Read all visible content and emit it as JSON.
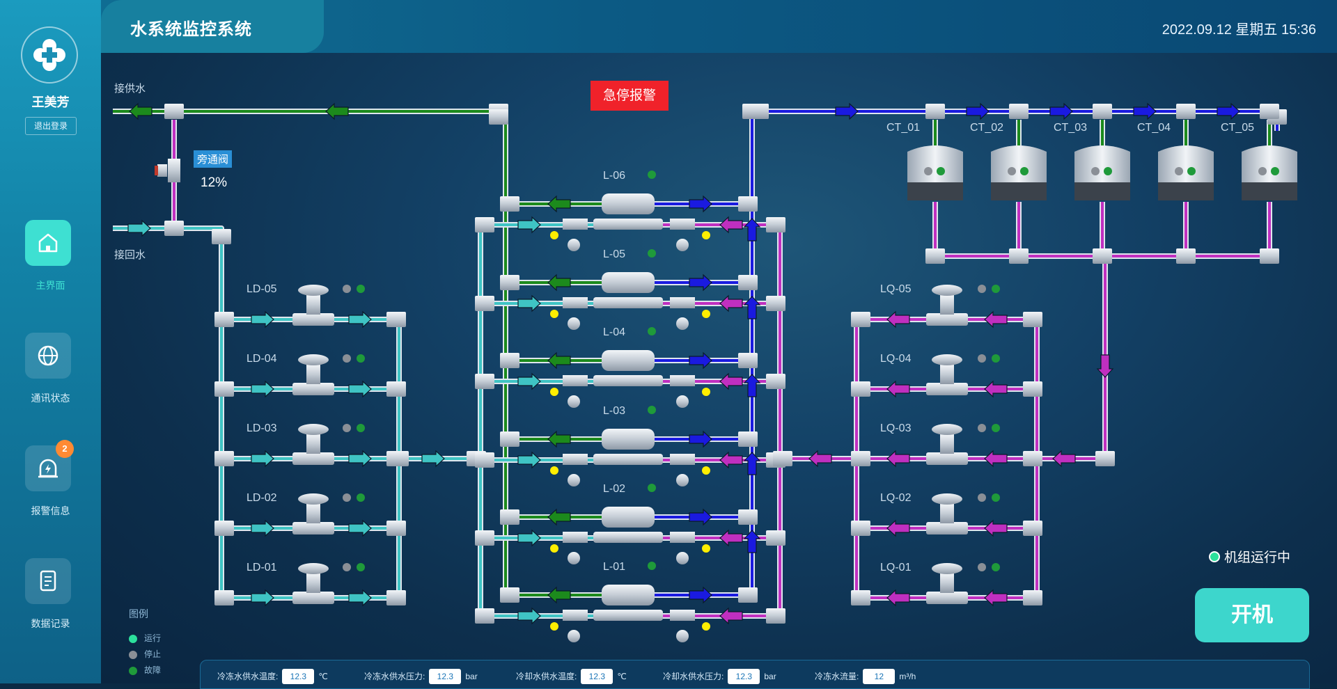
{
  "app": {
    "title": "水系统监控系统",
    "datetime": "2022.09.12  星期五 15:36"
  },
  "user": {
    "name": "王美芳",
    "logout_label": "退出登录"
  },
  "nav": [
    {
      "label": "主界面",
      "icon": "home-icon",
      "active": true
    },
    {
      "label": "通讯状态",
      "icon": "globe-icon",
      "active": false
    },
    {
      "label": "报警信息",
      "icon": "alarm-icon",
      "active": false,
      "badge": "2"
    },
    {
      "label": "数据记录",
      "icon": "document-icon",
      "active": false
    }
  ],
  "diagram": {
    "supply_label": "接供水",
    "return_label": "接回水",
    "bypass_valve_label": "旁通阀",
    "bypass_valve_value": "12%",
    "emergency_stop_label": "急停报警",
    "chillers": [
      "L-06",
      "L-05",
      "L-04",
      "L-03",
      "L-02",
      "L-01"
    ],
    "chilled_pumps": [
      "LD-05",
      "LD-04",
      "LD-03",
      "LD-02",
      "LD-01"
    ],
    "cooling_pumps": [
      "LQ-05",
      "LQ-04",
      "LQ-03",
      "LQ-02",
      "LQ-01"
    ],
    "cooling_towers": [
      "CT_01",
      "CT_02",
      "CT_03",
      "CT_04",
      "CT_05"
    ]
  },
  "status": {
    "running_label": "机组运行中"
  },
  "start_button_label": "开机",
  "legend": {
    "title": "图例",
    "items": [
      {
        "label": "运行",
        "color": "#2ce09c"
      },
      {
        "label": "停止",
        "color": "#8a8f96"
      },
      {
        "label": "故障",
        "color": "#1f9a3a"
      }
    ]
  },
  "metrics": [
    {
      "label": "冷冻水供水温度:",
      "value": "12.3",
      "unit": "℃"
    },
    {
      "label": "冷冻水供水压力:",
      "value": "12.3",
      "unit": "bar"
    },
    {
      "label": "冷却水供水温度:",
      "value": "12.3",
      "unit": "℃"
    },
    {
      "label": "冷却水供水压力:",
      "value": "12.3",
      "unit": "bar"
    },
    {
      "label": "冷冻水流量:",
      "value": "12",
      "unit": "m³/h"
    }
  ],
  "colors": {
    "chilled_supply": "#1c8a1c",
    "chilled_return": "#3fc4c4",
    "cooling_supply": "#c02fc0",
    "cooling_return": "#1a1ae0",
    "accent": "#3dd6cc"
  }
}
